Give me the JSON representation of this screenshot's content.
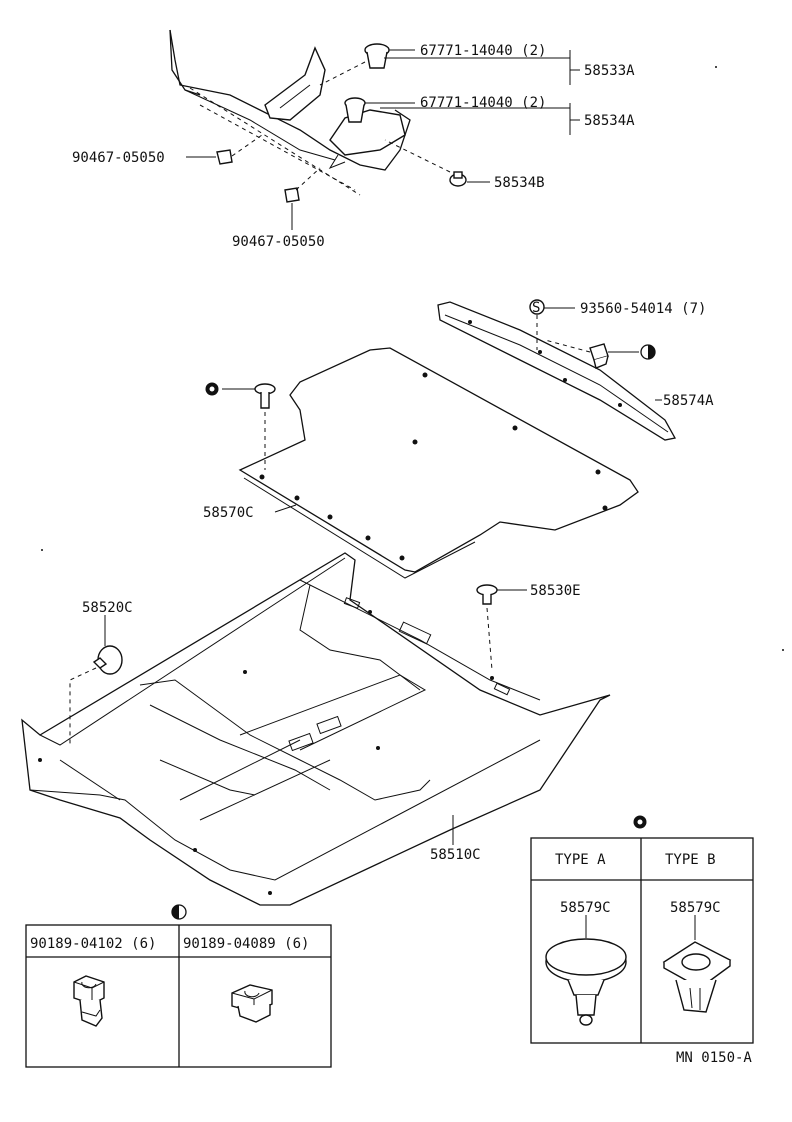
{
  "diagram_id": "MN 0150-A",
  "callouts": {
    "clip_upper": "67771-14040 (2)",
    "clip_lower": "67771-14040 (2)",
    "group_upper": "58533A",
    "group_lower": "58534A",
    "screw_left": "90467-05050",
    "screw_bottom": "90467-05050",
    "plug_right": "58534B",
    "nut": "93560-54014 (7)",
    "bracket": "58574A",
    "panel": "58570C",
    "grommet": "58520C",
    "fastener": "58530E",
    "carpet": "58510C"
  },
  "table_left": {
    "header_symbol": "half-filled-circle-icon",
    "columns": [
      "90189-04102 (6)",
      "90189-04089 (6)"
    ]
  },
  "table_right": {
    "header_symbol": "ring-circle-icon",
    "columns": [
      {
        "type": "TYPE A",
        "part": "58579C"
      },
      {
        "type": "TYPE B",
        "part": "58579C"
      }
    ]
  },
  "symbols": {
    "s_marker": "S"
  }
}
